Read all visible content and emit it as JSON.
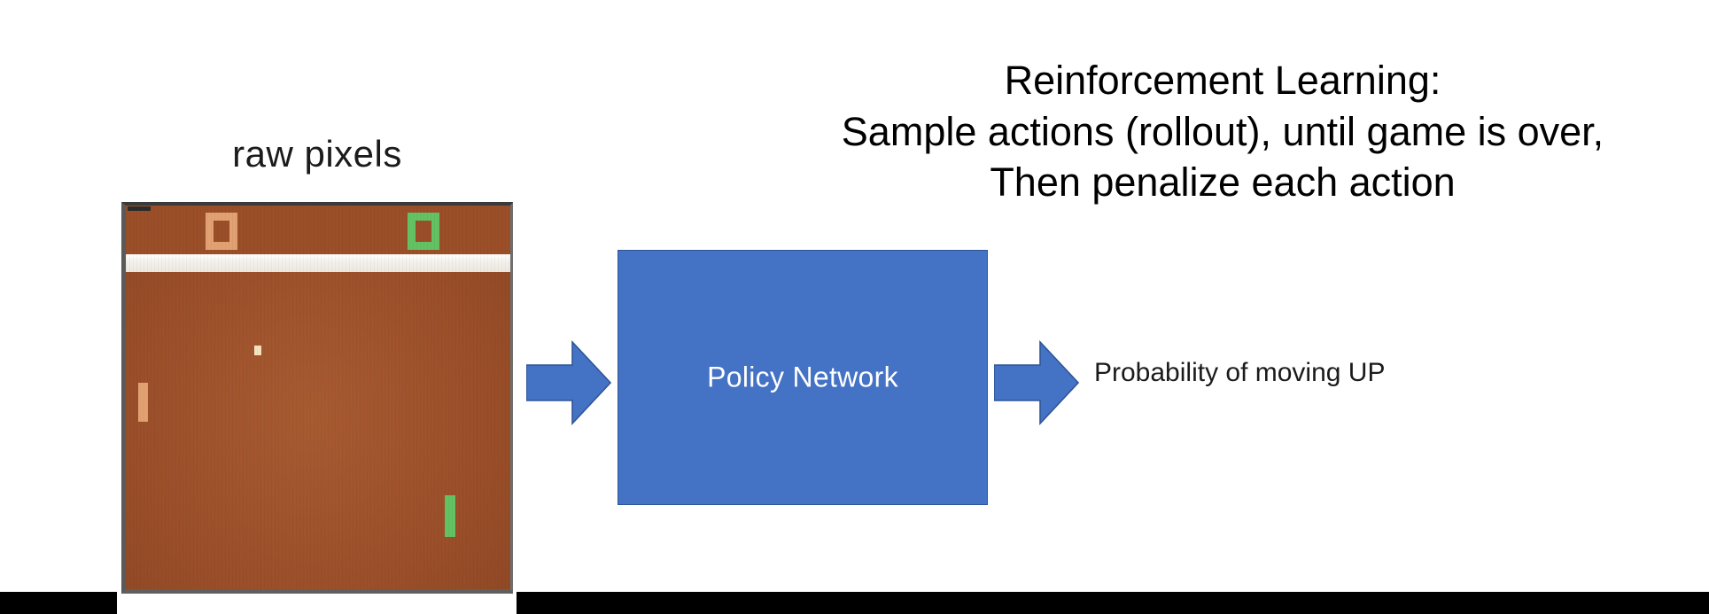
{
  "slide": {
    "background_color": "#ffffff",
    "headline": {
      "lines": [
        "Reinforcement Learning:",
        "Sample actions (rollout), until game is over,",
        "Then penalize each action"
      ],
      "color": "#000000"
    }
  },
  "game_panel": {
    "caption": "raw pixels",
    "game": "Atari Pong",
    "screen_color": "#a0522d",
    "divider_color": "#ffffff",
    "frame_color": "#3f3f3f",
    "scores": [
      {
        "side": "left",
        "value": "0",
        "color": "#e2a172"
      },
      {
        "side": "right",
        "value": "0",
        "color": "#63c264"
      }
    ],
    "paddles": [
      {
        "side": "left",
        "color": "#e2a172"
      },
      {
        "side": "right",
        "color": "#63c264"
      }
    ],
    "ball": {
      "color": "#f5e3c0"
    }
  },
  "pipeline": {
    "input_arrow": "right-arrow-icon",
    "output_arrow": "right-arrow-icon",
    "arrow_color": "#4472c4",
    "policy_network": {
      "label": "Policy Network",
      "fill_color": "#4472c4",
      "border_color": "#2f5597",
      "text_color": "#ffffff"
    },
    "output_label": "Probability of moving UP"
  },
  "letterbox": {
    "color": "#000000"
  }
}
